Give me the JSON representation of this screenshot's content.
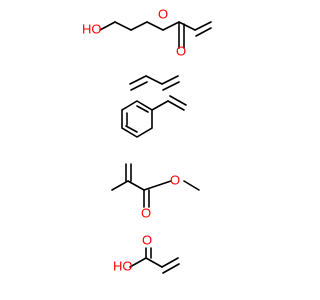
{
  "colors": {
    "background": "#ffffff",
    "bond": "#000000",
    "oxygen": "#ff0000"
  },
  "molecules": [
    {
      "id": "hydroxyethyl-acrylate",
      "labels": {
        "hydroxyl": "HO",
        "ester_oxygen": "O",
        "carbonyl_oxygen": "O"
      }
    },
    {
      "id": "butadiene",
      "labels": {}
    },
    {
      "id": "styrene",
      "labels": {}
    },
    {
      "id": "methyl-methacrylate",
      "labels": {
        "ester_oxygen": "O",
        "carbonyl_oxygen": "O"
      }
    },
    {
      "id": "acrylic-acid",
      "labels": {
        "hydroxyl": "HO",
        "carbonyl_oxygen": "O"
      }
    }
  ]
}
